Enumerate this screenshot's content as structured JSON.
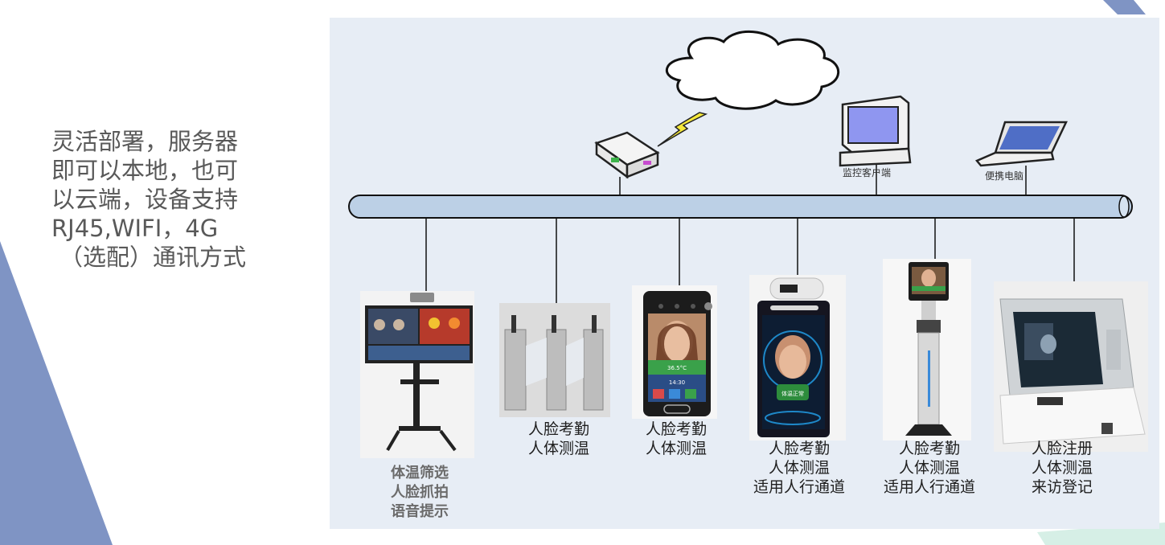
{
  "intro": {
    "lines": [
      "灵活部署，服务器",
      "即可以本地，也可",
      "以云端，设备支持",
      "RJ45,WIFI，4G",
      "（选配）通讯方式"
    ]
  },
  "network": {
    "monitor_label": "监控客户端",
    "laptop_label": "便携电脑"
  },
  "devices": [
    {
      "lines": [
        "体温筛选",
        "人脸抓拍",
        "语音提示"
      ]
    },
    {
      "lines": [
        "人脸考勤",
        "人体测温"
      ]
    },
    {
      "lines": [
        "人脸考勤",
        "人体测温"
      ]
    },
    {
      "lines": [
        "人脸考勤",
        "人体测温",
        "适用人行通道"
      ]
    },
    {
      "lines": [
        "人脸考勤",
        "人体测温",
        "适用人行通道"
      ]
    },
    {
      "lines": [
        "人脸注册",
        "人体测温",
        "来访登记"
      ]
    }
  ],
  "screen_text": {
    "temp": "36.5°C",
    "status": "体温正常",
    "time": "14:30"
  },
  "colors": {
    "accent_blue": "#7f94c4",
    "panel_bg": "#e7edf5",
    "bus_fill": "#bcd0e6",
    "accent_mint": "#d6efe6"
  }
}
